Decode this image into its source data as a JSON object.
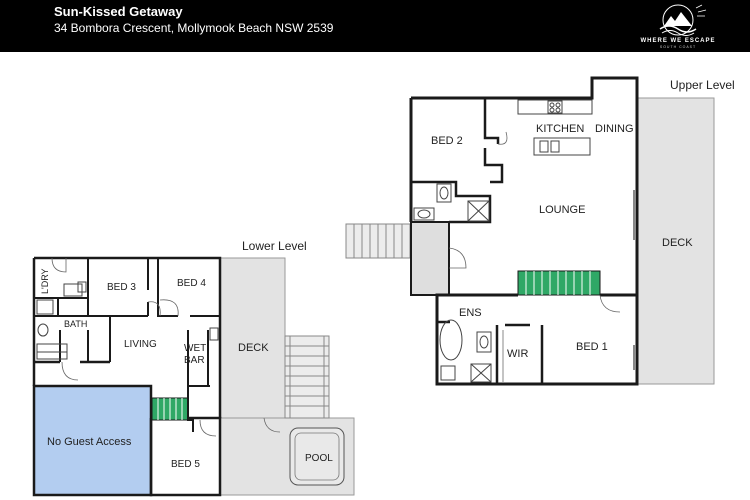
{
  "header": {
    "title": "Sun-Kissed Getaway",
    "address": "34 Bombora Crescent, Mollymook Beach NSW 2539",
    "logo_text": "WHERE WE ESCAPE",
    "logo_sub": "SOUTH COAST",
    "logo_icon": "wave-mountain-logo-icon"
  },
  "levels": {
    "lower": "Lower Level",
    "upper": "Upper Level"
  },
  "rooms": {
    "bed2": "BED 2",
    "kitchen": "KITCHEN",
    "dining": "DINING",
    "lounge": "LOUNGE",
    "deck_upper": "DECK",
    "ens": "ENS",
    "wir": "WIR",
    "bed1": "BED 1",
    "ldry": "L'DRY",
    "bed3": "BED 3",
    "bed4": "BED 4",
    "bath": "BATH",
    "living": "LIVING",
    "wet": "WET",
    "bar": "BAR",
    "deck_lower": "DECK",
    "no_access": "No Guest Access",
    "bed5": "BED 5",
    "pool": "POOL"
  },
  "colors": {
    "header_bg": "#000000",
    "deck": "#e3e3e3",
    "no_access": "#b3cdf0",
    "stairs": "#2fa866",
    "walls": "#1a1a1a"
  }
}
